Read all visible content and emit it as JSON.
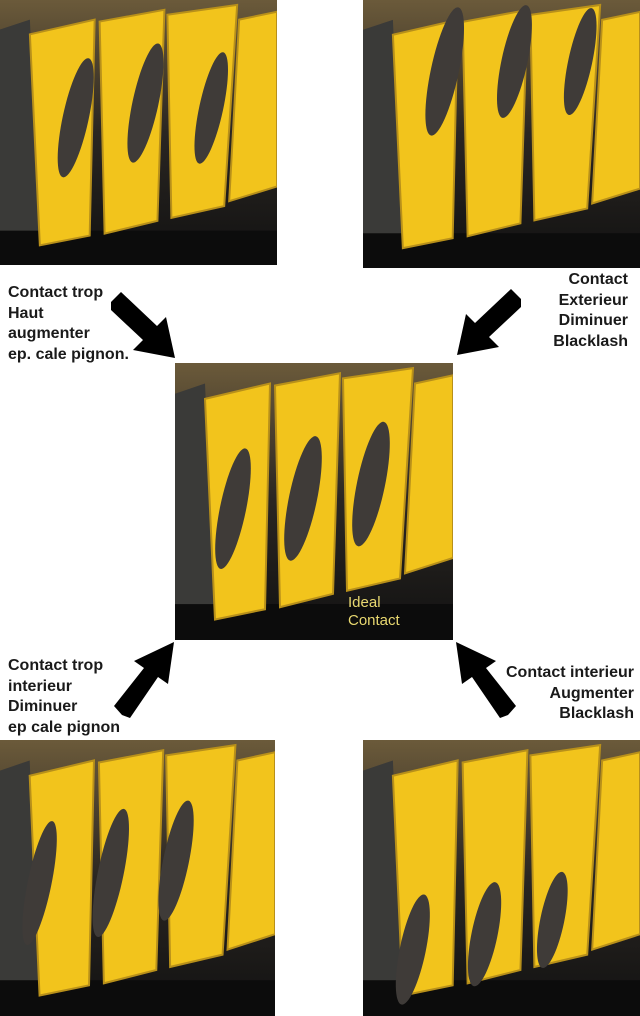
{
  "title": "Gear contact pattern adjustment",
  "panels": [
    {
      "id": "high",
      "label_lines": [
        "Contact trop",
        "Haut",
        "augmenter",
        "ep. cale pignon."
      ]
    },
    {
      "id": "outer",
      "label_lines": [
        "Contact",
        "Exterieur",
        "Diminuer",
        "Blacklash"
      ]
    },
    {
      "id": "ideal",
      "label_lines": [
        "Ideal",
        "Contact"
      ]
    },
    {
      "id": "inner-low",
      "label_lines": [
        "Contact trop",
        "interieur",
        "Diminuer",
        "ep cale pignon"
      ]
    },
    {
      "id": "inner",
      "label_lines": [
        "Contact interieur",
        "Augmenter",
        "Blacklash"
      ]
    }
  ],
  "colors": {
    "tooth": "#f2c41c",
    "patch": "#3f3b38",
    "arrow": "#000000"
  }
}
